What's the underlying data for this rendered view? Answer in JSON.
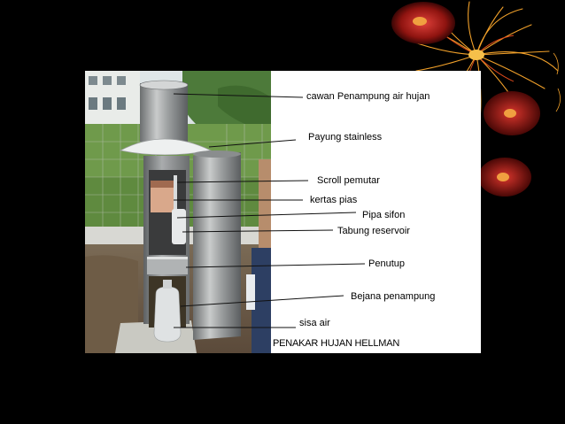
{
  "figure": {
    "labels": [
      {
        "text": "cawan Penampung air hujan"
      },
      {
        "text": "Payung stainless"
      },
      {
        "text": "Scroll pemutar"
      },
      {
        "text": "kertas pias"
      },
      {
        "text": "Pipa sifon"
      },
      {
        "text": "Tabung reservoir"
      },
      {
        "text": "Penutup"
      },
      {
        "text": "Bejana penampung"
      },
      {
        "text": "sisa air"
      }
    ],
    "caption": "PENAKAR HUJAN HELLMAN"
  },
  "colors": {
    "background": "#000000",
    "panel": "#ffffff",
    "flower_red": "#b3201a",
    "flower_orange": "#f2a12a"
  }
}
